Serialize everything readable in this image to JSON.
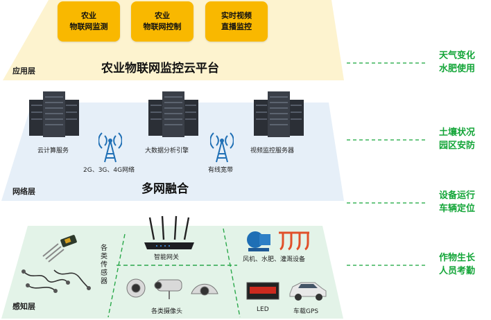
{
  "application_layer": {
    "label": "应用层",
    "title": "农业物联网监控云平台",
    "boxes": [
      {
        "line1": "农业",
        "line2": "物联网监测"
      },
      {
        "line1": "农业",
        "line2": "物联网控制"
      },
      {
        "line1": "实时视频",
        "line2": "直播监控"
      }
    ]
  },
  "network_layer": {
    "label": "网络层",
    "title": "多网融合",
    "servers": [
      "云计算服务",
      "大数据分析引擎",
      "视频监控服务器"
    ],
    "links": [
      "2G、3G、4G网络",
      "有线宽带"
    ]
  },
  "perception_layer": {
    "label": "感知层",
    "sensors_label": "各类传感器",
    "gateway_label": "智能网关",
    "equipment_label": "风机、水肥、灌溉设备",
    "cameras_label": "各类摄像头",
    "led_label": "LED",
    "gps_label": "车载GPS"
  },
  "right_labels": [
    {
      "line1": "天气变化",
      "line2": "水肥使用"
    },
    {
      "line1": "土壤状况",
      "line2": "园区安防"
    },
    {
      "line1": "设备运行",
      "line2": "车辆定位"
    },
    {
      "line1": "作物生长",
      "line2": "人员考勤"
    }
  ],
  "colors": {
    "app_layer": "#fdf3cf",
    "network_layer": "#e6eff8",
    "perception_layer": "#e3f3e8",
    "app_box": "#f9b800",
    "accent_green": "#13a538",
    "server_dark": "#2b2f36",
    "tower_blue": "#1f6fb5"
  }
}
